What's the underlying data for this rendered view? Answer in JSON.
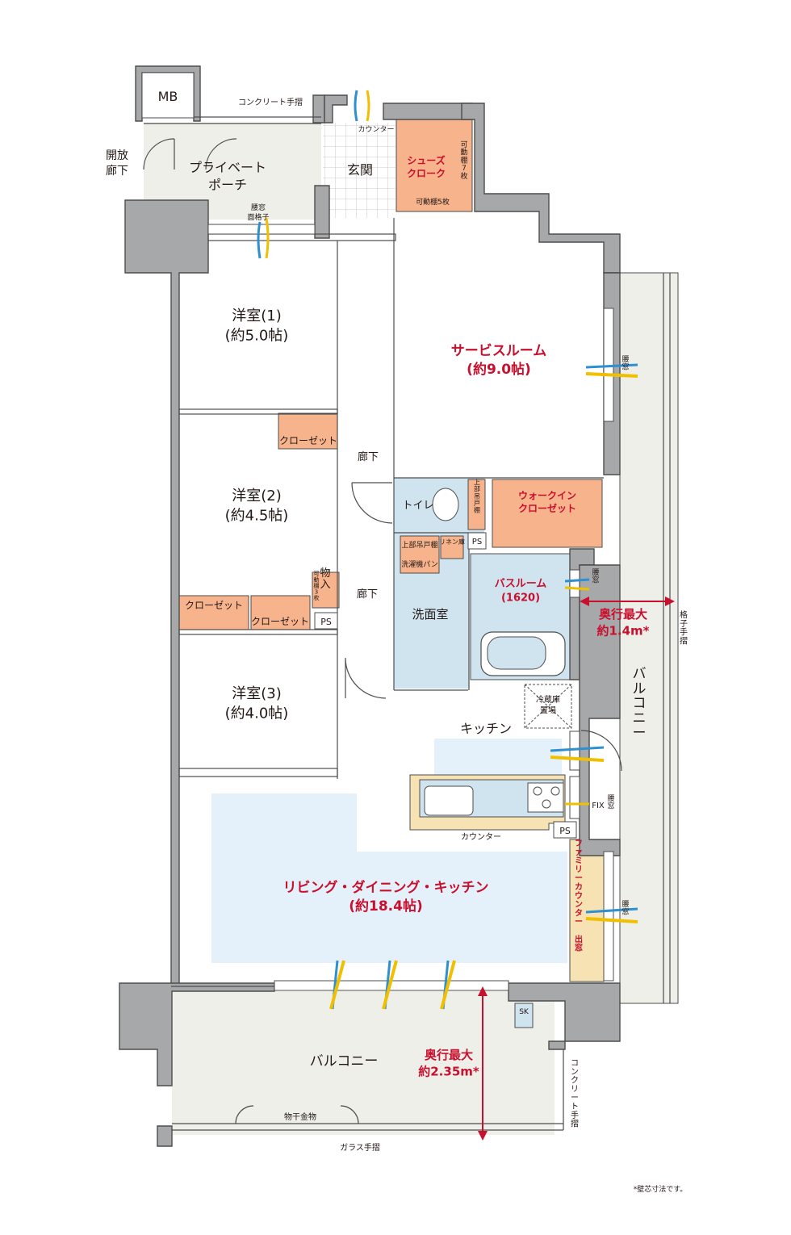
{
  "labels": {
    "mb": "MB",
    "concrete_rail_top": "コンクリート手摺",
    "open_corridor": "開放\n廊下",
    "private_porch": "プライベート\nポーチ",
    "waist_window_grille": "腰窓\n面格子",
    "counter_entrance": "カウンター",
    "entrance": "玄関",
    "shoes_cloak": "シューズ\nクローク",
    "movable_shelf7": "可動棚7枚",
    "movable_shelf5": "可動棚5枚",
    "room1": "洋室(1)\n(約5.0帖)",
    "service_room": "サービスルーム\n(約9.0帖)",
    "closet1": "クローゼット",
    "hallway1": "廊下",
    "room2": "洋室(2)\n(約4.5帖)",
    "toilet": "トイレ",
    "upper_shelf": "上部吊戸棚",
    "walkin": "ウォークイン\nクローゼット",
    "upper_cab": "上部吊戸棚",
    "linen": "リネン庫",
    "washer_pan": "洗濯機パン",
    "ps1": "PS",
    "bathroom": "バスルーム\n(1620)",
    "waist_win": "腰窓",
    "depth1": "奥行最大\n約1.4m*",
    "lattice_rail": "格子手摺",
    "storage": "物入",
    "movable3": "可動棚3枚",
    "closet2": "クローゼット",
    "closet3": "クローゼット",
    "ps2": "PS",
    "hallway2": "廊下",
    "washroom": "洗面室",
    "fridge": "冷蔵庫\n置場",
    "room3": "洋室(3)\n(約4.0帖)",
    "kitchen": "キッチン",
    "balcony_right": "バルコニー",
    "fix": "FIX",
    "counter_kitchen": "カウンター",
    "ps3": "PS",
    "ldk": "リビング・ダイニング・キッチン\n(約18.4帖)",
    "family_counter": "ファミリーカウンター 出窓",
    "sk": "SK",
    "balcony_bottom": "バルコニー",
    "depth2": "奥行最大\n約2.35m*",
    "concrete_rail_side": "コンクリート手摺",
    "laundry_hanger": "物干金物",
    "glass_rail": "ガラス手摺",
    "footnote": "*壁芯寸法です。"
  },
  "colors": {
    "wall": "#a7a8aa",
    "storage": "#f6b38c",
    "wet": "#cfe4ef",
    "living": "#e5f1fa",
    "accent": "#c8102e",
    "counter": "#f6e2b3",
    "balcony": "#eeefe9"
  }
}
